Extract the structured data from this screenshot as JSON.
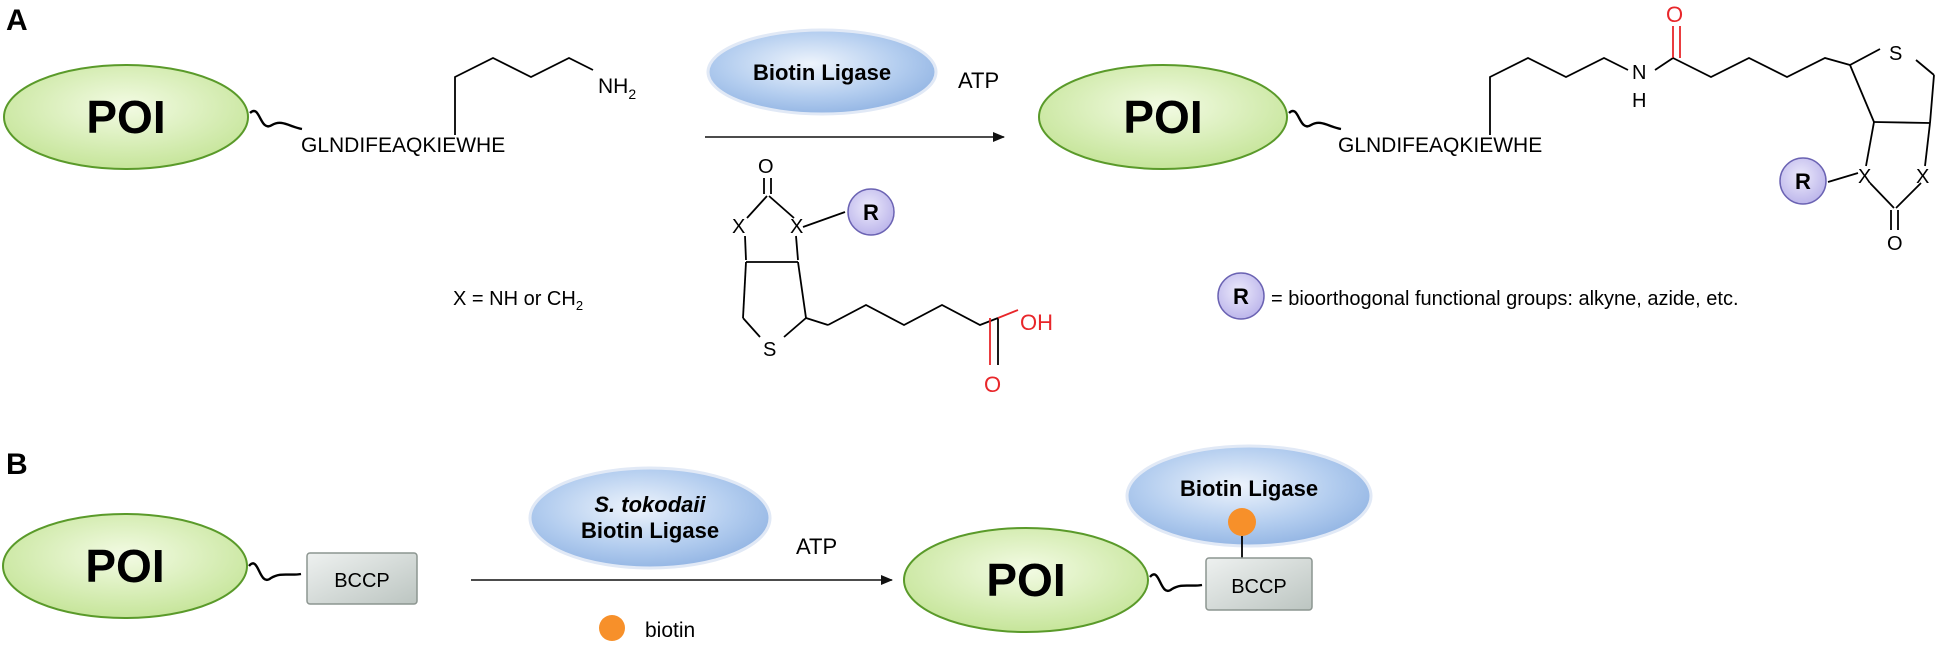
{
  "panel_a": {
    "label": "A",
    "poi_label": "POI",
    "sequence": "GLNDIFEAQKIEWHE",
    "nh2": "NH",
    "nh2_sub": "2",
    "enzyme": "Biotin Ligase",
    "cofactor": "ATP",
    "x_def_main": "X = NH or CH",
    "x_def_sub": "2",
    "ring_o": "O",
    "ring_x": "X",
    "ring_s": "S",
    "r_label": "R",
    "oh": "OH",
    "acid_o": "O",
    "product_poi_label": "POI",
    "product_sequence": "GLNDIFEAQKIEWHE",
    "amide_n": "N",
    "amide_h": "H",
    "amide_o": "O",
    "r_def": "= bioorthogonal functional groups: alkyne, azide, etc."
  },
  "panel_b": {
    "label": "B",
    "poi_label": "POI",
    "tag": "BCCP",
    "enzyme_line1": "S. tokodaii",
    "enzyme_line2": "Biotin Ligase",
    "cofactor": "ATP",
    "biotin_label": "biotin",
    "product_poi_label": "POI",
    "product_tag": "BCCP",
    "bound_enzyme": "Biotin Ligase"
  },
  "colors": {
    "poi_fill": "#d9efb4",
    "poi_stroke": "#5a9a2a",
    "ligase_fill": "#a8c4ea",
    "r_fill": "#c8c2ee",
    "biotin_dot": "#f7902a",
    "highlight_red": "#e8262a",
    "tag_fill": "#cfd6d3"
  }
}
